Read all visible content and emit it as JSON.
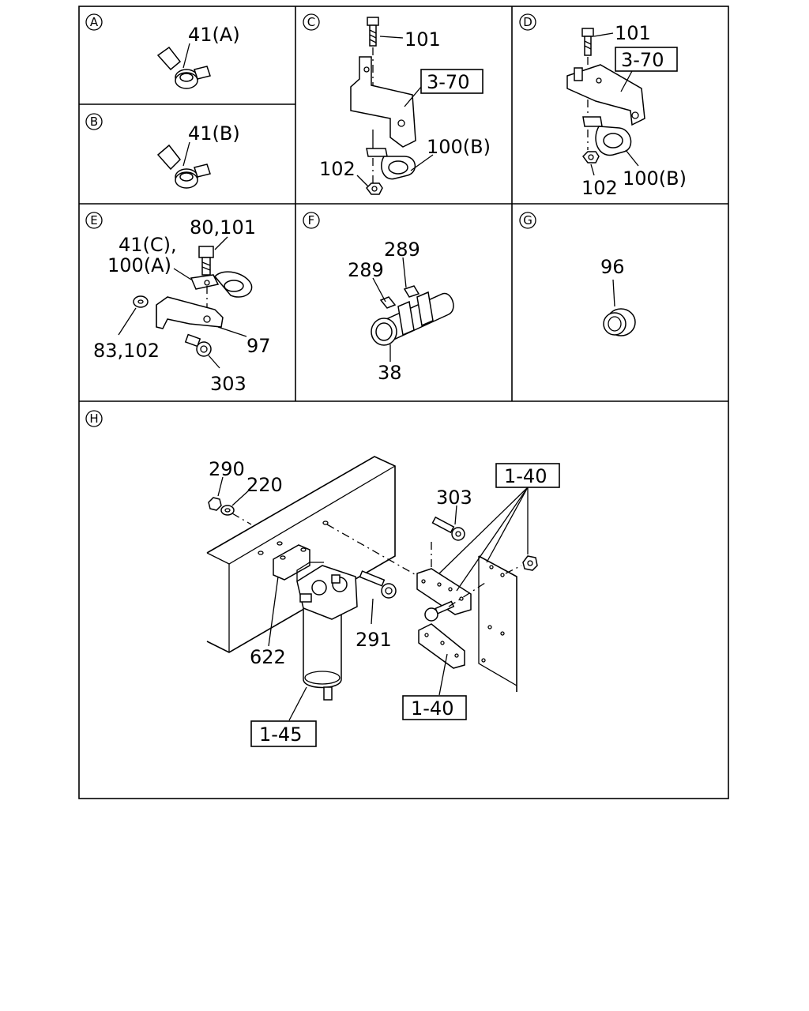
{
  "sections": [
    {
      "letter": "A"
    },
    {
      "letter": "B"
    },
    {
      "letter": "C"
    },
    {
      "letter": "D"
    },
    {
      "letter": "E"
    },
    {
      "letter": "F"
    },
    {
      "letter": "G"
    },
    {
      "letter": "H"
    }
  ],
  "labels": {
    "a_41a": "41(A)",
    "b_41b": "41(B)",
    "c_101": "101",
    "c_370": "3-70",
    "c_100b": "100(B)",
    "c_102": "102",
    "d_101": "101",
    "d_370": "3-70",
    "d_100b": "100(B)",
    "d_102": "102",
    "e_80_101": "80,101",
    "e_41c": "41(C),",
    "e_100a": "100(A)",
    "e_83_102": "83,102",
    "e_97": "97",
    "e_303": "303",
    "f_289a": "289",
    "f_289b": "289",
    "f_38": "38",
    "g_96": "96",
    "h_290": "290",
    "h_220": "220",
    "h_140a": "1-40",
    "h_303": "303",
    "h_622": "622",
    "h_291": "291",
    "h_140b": "1-40",
    "h_145": "1-45"
  }
}
